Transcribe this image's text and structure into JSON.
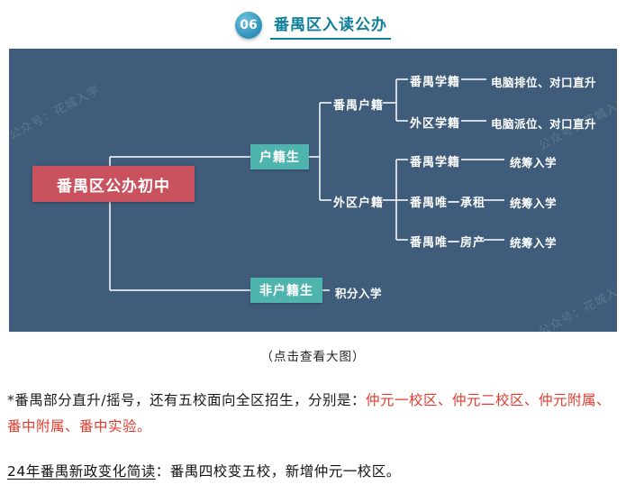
{
  "header": {
    "badge": "06",
    "title": "番禺区入读公办",
    "accent_color": "#0f7f99"
  },
  "diagram": {
    "bg_color": "#3f5c7a",
    "root": {
      "label": "番禺区公办初中",
      "color": "#c9525f"
    },
    "branches": {
      "huji": "户籍生",
      "fei_huji": "非户籍生",
      "box_color": "#50b4ae"
    },
    "level2": {
      "panyu_huji": "番禺户籍",
      "waiqu_huji": "外区户籍"
    },
    "level3": {
      "panyu_xueji_a": "番禺学籍",
      "waiqu_xueji": "外区学籍",
      "panyu_xueji_b": "番禺学籍",
      "weiyi_chengzu": "番禺唯一承租",
      "weiyi_fangchan": "番禺唯一房产"
    },
    "outcomes": {
      "paiwei_a": "电脑排位、对口直升",
      "paiwei_b": "电脑派位、对口直升",
      "tongchou1": "统筹入学",
      "tongchou2": "统筹入学",
      "tongchou3": "统筹入学",
      "jifen": "积分入学"
    },
    "watermark": "公众号：花城入学"
  },
  "caption": "（点击查看大图）",
  "note": {
    "text_black": "*番禺部分直升/摇号，还有五校面向全区招生，分别是：",
    "text_red": "仲元一校区、仲元二校区、仲元附属、番中附属、番中实验。",
    "red_color": "#e23a2e"
  },
  "footer": {
    "underlined": "24年番禺新政变化简读",
    "rest": "：番禺四校变五校，新增仲元一校区。"
  }
}
